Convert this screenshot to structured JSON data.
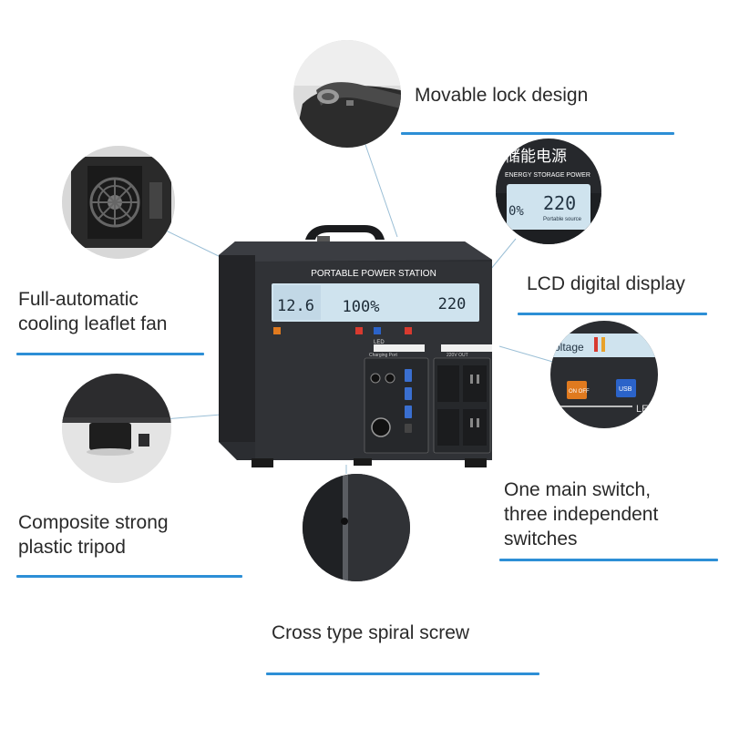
{
  "features": {
    "lock": "Movable lock design",
    "lcd": "LCD digital display",
    "fan_line1": "Full-automatic",
    "fan_line2": "cooling leaflet fan",
    "switch_line1": "One main switch,",
    "switch_line2": "three independent",
    "switch_line3": "switches",
    "tripod_line1": "Composite strong",
    "tripod_line2": "plastic tripod",
    "screw": "Cross type spiral screw"
  },
  "device": {
    "title": "PORTABLE POWER STATION",
    "lcd_voltage": "12.6",
    "lcd_percent": "100%",
    "lcd_output": "220",
    "led_label": "LED",
    "charging_port_label": "Charging Port",
    "ac_label": "220V OUT"
  },
  "zoom_lcd": {
    "chinese_title": "储能电源",
    "subtitle": "ENERGY STORAGE POWER",
    "value": "220",
    "caption": "Portable source",
    "percent_fragment": "0%"
  },
  "zoom_switch": {
    "fragment": "oltage",
    "on_off": "ON OFF",
    "usb": "USB",
    "led_fragment": "LE"
  },
  "colors": {
    "accent_line": "#2d8fd6",
    "body": "#2b2d31",
    "lcd": "#cfe3ee"
  },
  "icons": [
    "fan-icon",
    "lock-latch-icon",
    "foot-icon",
    "screw-icon",
    "lcd-icon",
    "switch-icon"
  ]
}
